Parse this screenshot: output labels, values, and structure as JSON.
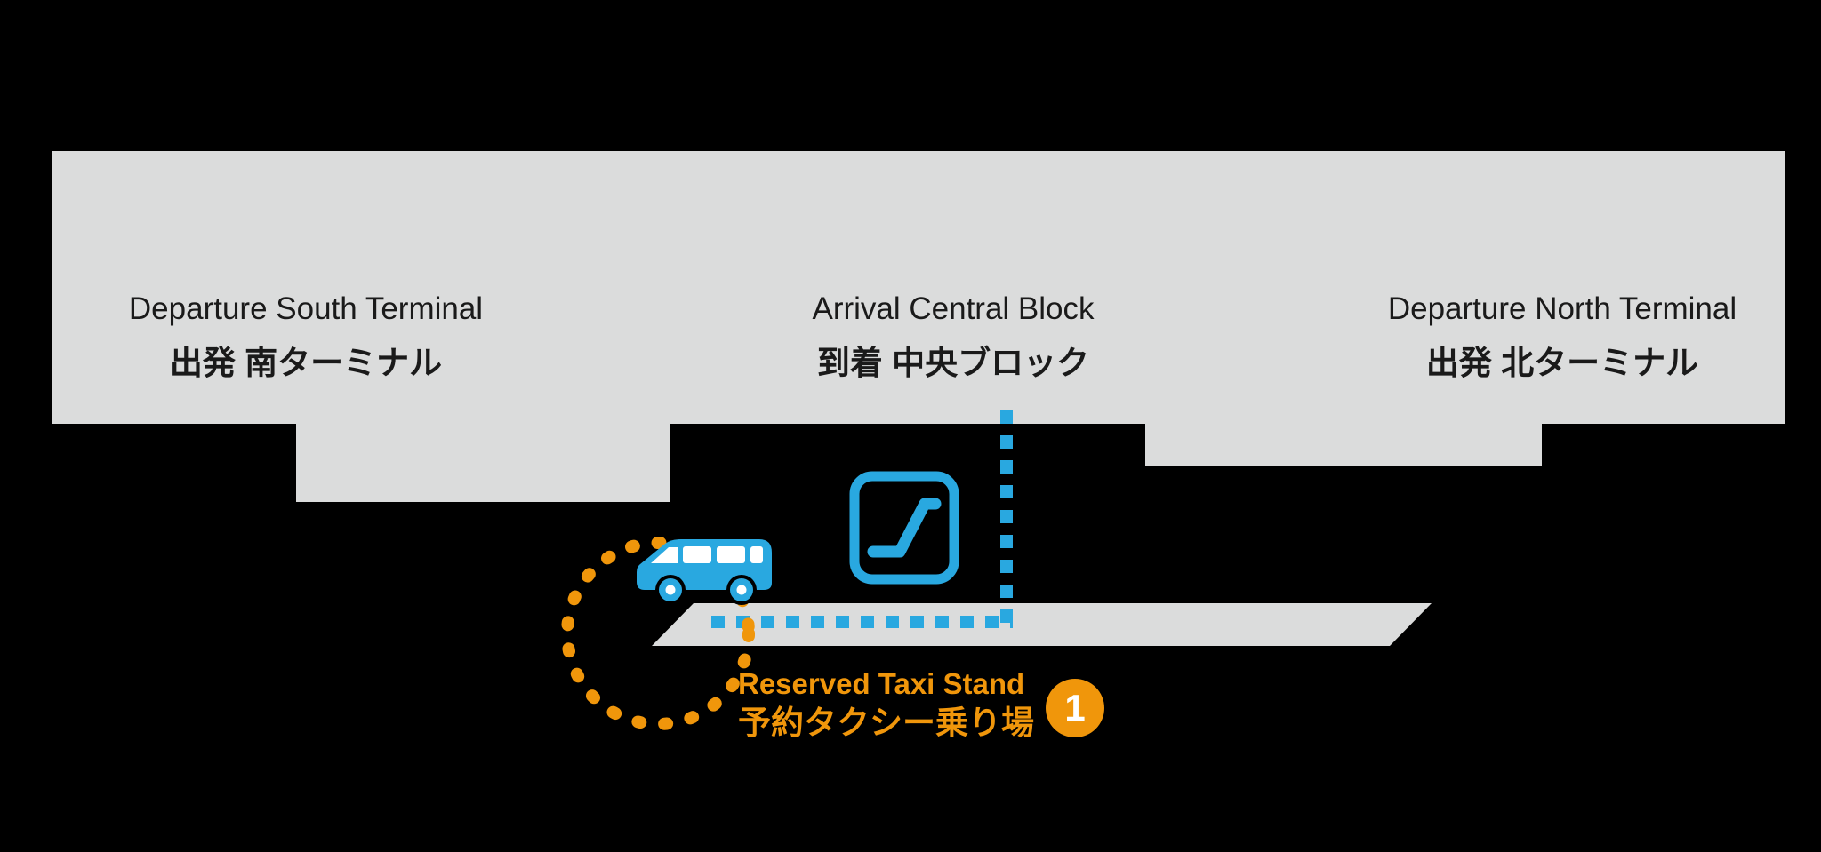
{
  "colors": {
    "bg": "#000000",
    "building": "#dbdcdc",
    "ink": "#1a1a1a",
    "blue": "#29a8e0",
    "orange": "#f0960b",
    "white": "#ffffff"
  },
  "buildings": {
    "south": {
      "en": "Departure South Terminal",
      "ja": "出発 南ターミナル"
    },
    "central": {
      "en": "Arrival Central Block",
      "ja": "到着 中央ブロック"
    },
    "north": {
      "en": "Departure North Terminal",
      "ja": "出発 北ターミナル"
    }
  },
  "taxi_stand": {
    "label_en": "Reserved Taxi Stand",
    "label_ja": "予約タクシー乗り場",
    "badge": "1"
  },
  "icons": {
    "escalator": "escalator-icon (blue rounded square with rising step glyph)",
    "taxi_van": "taxi-van-icon (blue minivan silhouette, facing left)",
    "route": "blue square-dot dotted route line",
    "highlight": "orange round-dot dashed circle marking taxi stand"
  }
}
